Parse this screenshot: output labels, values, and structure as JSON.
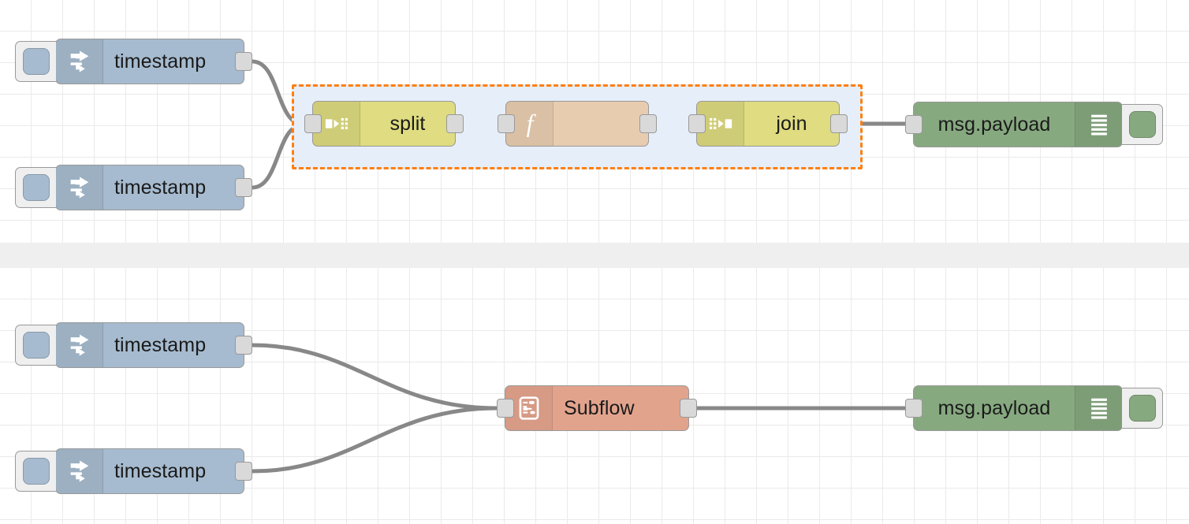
{
  "app": {
    "name": "Node-RED flow editor canvas",
    "background": "#ffffff",
    "grid_color": "#eaeaea",
    "divider_color": "#efefef"
  },
  "colors": {
    "inject": "#a6bbcf",
    "split_join": "#dfdc81",
    "function": "#e8ccb0",
    "subflow": "#e2a38d",
    "debug": "#87a980",
    "wire": "#888888",
    "port": "#d9d9d9",
    "group_fill": "#e6eef9",
    "group_border": "#ff7f0e",
    "node_border": "#999999"
  },
  "flows": [
    {
      "id": "flow-top",
      "group": {
        "name": "selected-group",
        "selected": true,
        "border_style": "dashed",
        "border_color": "#ff7f0e",
        "fill": "#e6eef9"
      },
      "nodes": [
        {
          "id": "inject-1",
          "type": "inject",
          "label": "timestamp",
          "icon": "inject-arrow-icon"
        },
        {
          "id": "inject-2",
          "type": "inject",
          "label": "timestamp",
          "icon": "inject-arrow-icon"
        },
        {
          "id": "split-1",
          "type": "split",
          "label": "split",
          "icon": "split-icon"
        },
        {
          "id": "func-1",
          "type": "function",
          "label": "",
          "icon": "function-f-icon"
        },
        {
          "id": "join-1",
          "type": "join",
          "label": "join",
          "icon": "join-icon"
        },
        {
          "id": "debug-1",
          "type": "debug",
          "label": "msg.payload",
          "icon": "debug-lines-icon",
          "status": "enabled"
        }
      ]
    },
    {
      "id": "flow-bottom",
      "nodes": [
        {
          "id": "inject-3",
          "type": "inject",
          "label": "timestamp",
          "icon": "inject-arrow-icon"
        },
        {
          "id": "inject-4",
          "type": "inject",
          "label": "timestamp",
          "icon": "inject-arrow-icon"
        },
        {
          "id": "subflow-1",
          "type": "subflow",
          "label": "Subflow",
          "icon": "subflow-icon"
        },
        {
          "id": "debug-2",
          "type": "debug",
          "label": "msg.payload",
          "icon": "debug-lines-icon",
          "status": "enabled"
        }
      ]
    }
  ],
  "labels": {
    "timestamp": "timestamp",
    "split": "split",
    "join": "join",
    "function_empty": "",
    "subflow": "Subflow",
    "msg_payload": "msg.payload"
  }
}
